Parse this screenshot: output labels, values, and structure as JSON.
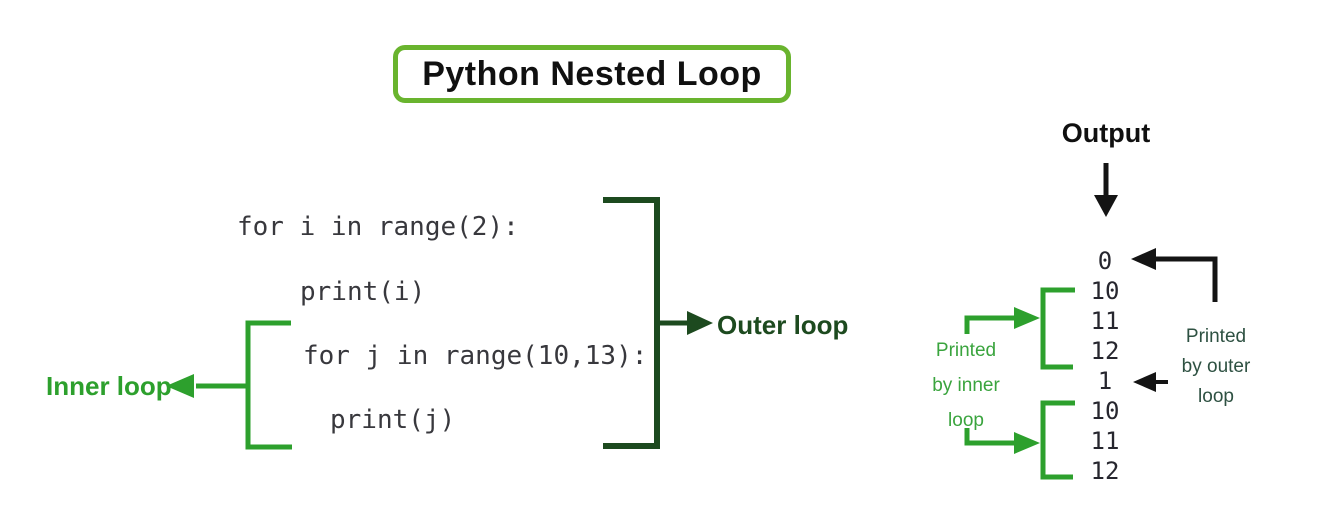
{
  "title": "Python Nested Loop",
  "code": {
    "lines": [
      "for i in range(2):",
      "print(i)",
      "for j in range(10,13):",
      "print(j)"
    ]
  },
  "labels": {
    "inner_loop": "Inner loop",
    "outer_loop": "Outer loop",
    "output": "Output"
  },
  "annotations": {
    "printed_by_inner": [
      "Printed",
      "by inner",
      "loop"
    ],
    "printed_by_outer": [
      "Printed",
      "by outer",
      "loop"
    ]
  },
  "output": {
    "values": [
      "0",
      "10",
      "11",
      "12",
      "1",
      "10",
      "11",
      "12"
    ]
  },
  "colors": {
    "title_border_green": "#69b42e",
    "bright_green": "#2da02d",
    "dark_green": "#1d4a1f",
    "annotation_green": "#3aa43e",
    "annotation_dark_green": "#2e5142",
    "code_text": "#38383d",
    "output_text": "#26262e",
    "arrow_black": "#141414"
  }
}
